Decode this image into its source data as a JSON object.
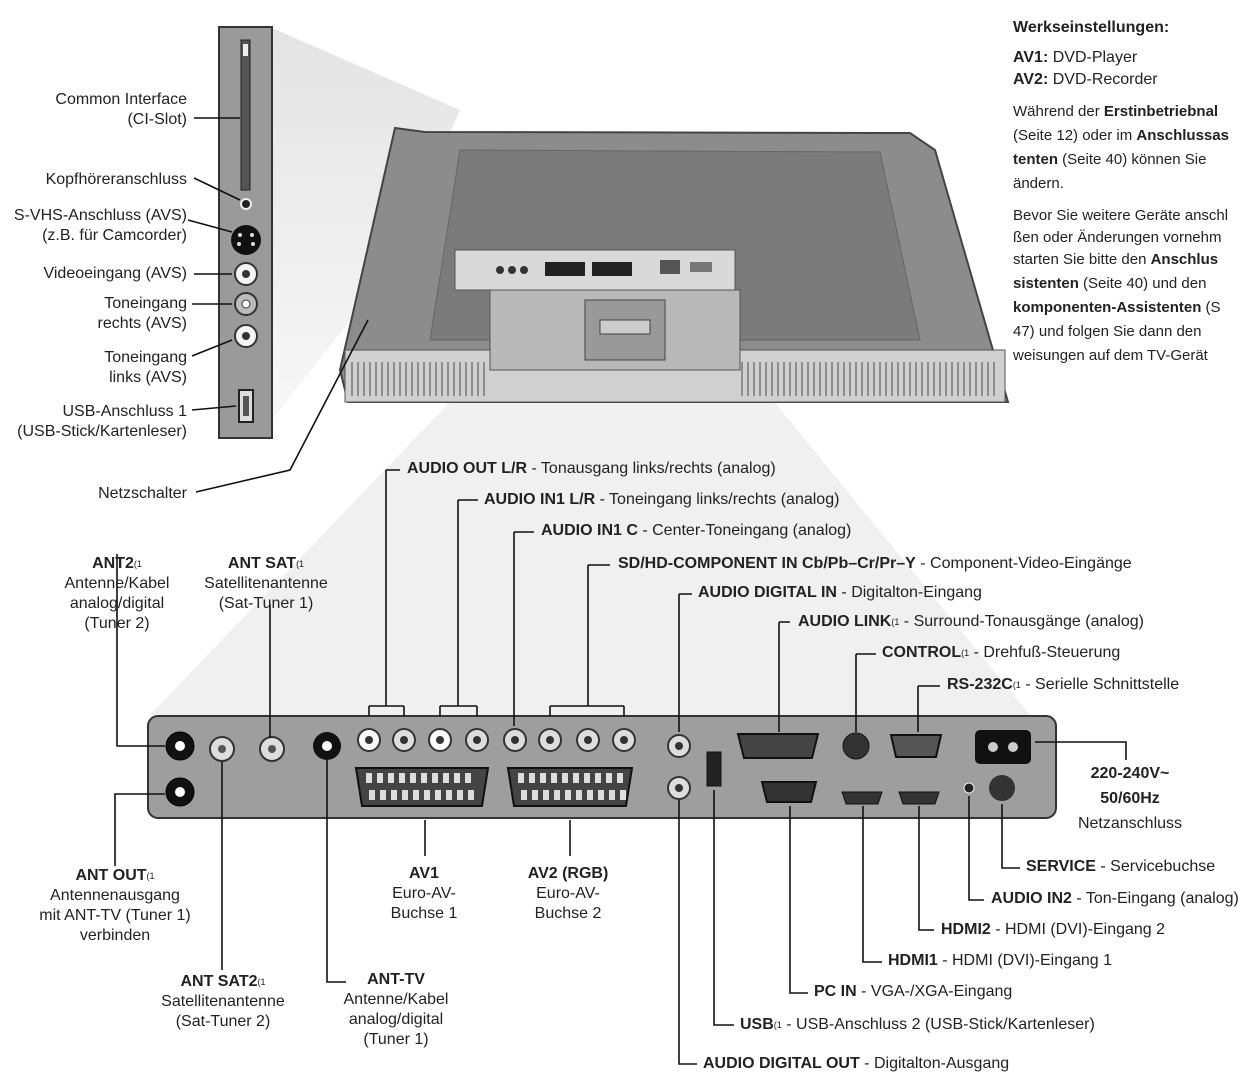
{
  "settings": {
    "title": "Werkseinstellungen:",
    "av1_key": "AV1:",
    "av1_val": "DVD-Player",
    "av2_key": "AV2:",
    "av2_val": "DVD-Recorder",
    "p1": [
      "Während der ",
      "Erstinbetriebnal",
      "(Seite 12) oder im ",
      "Anschlussas",
      "tenten",
      " (Seite 40) können Sie",
      "ändern."
    ],
    "p2": [
      "Bevor Sie weitere Geräte anschl",
      "ßen oder Änderungen vornehm",
      "starten Sie bitte den ",
      "Anschlus",
      "sistenten",
      " (Seite 40) und den",
      "komponenten-Assistenten",
      " (S",
      "47) und folgen Sie dann den",
      "weisungen auf dem TV-Gerät"
    ]
  },
  "side": {
    "ci": [
      "Common Interface",
      "(CI-Slot)"
    ],
    "kopf": "Kopfhöreranschluss",
    "svhs": [
      "S-VHS-Anschluss (AVS)",
      "(z.B. für Camcorder)"
    ],
    "video": "Videoeingang (AVS)",
    "tonr": [
      "Toneingang",
      "rechts (AVS)"
    ],
    "tonl": [
      "Toneingang",
      "links (AVS)"
    ],
    "usb1": [
      "USB-Anschluss 1",
      "(USB-Stick/Kartenleser)"
    ],
    "netz": "Netzschalter"
  },
  "top": [
    {
      "b": "AUDIO OUT L/R",
      "t": " - Tonausgang links/rechts (analog)",
      "sup": ""
    },
    {
      "b": "AUDIO IN1 L/R",
      "t": " - Toneingang links/rechts (analog)",
      "sup": ""
    },
    {
      "b": "AUDIO IN1 C",
      "t": " - Center-Toneingang (analog)",
      "sup": ""
    },
    {
      "b": "SD/HD-COMPONENT IN Cb/Pb–Cr/Pr–Y",
      "t": " - Component-Video-Eingänge",
      "sup": ""
    },
    {
      "b": "AUDIO DIGITAL IN",
      "t": " - Digitalton-Eingang",
      "sup": ""
    },
    {
      "b": "AUDIO LINK",
      "t": " - Surround-Tonausgänge (analog)",
      "sup": "(1"
    },
    {
      "b": "CONTROL",
      "t": " - Drehfuß-Steuerung",
      "sup": "(1"
    },
    {
      "b": "RS-232C",
      "t": " - Serielle Schnittstelle",
      "sup": "(1"
    }
  ],
  "ant2": {
    "b": "ANT2",
    "sup": "(1",
    "lines": [
      "Antenne/Kabel",
      "analog/digital",
      "(Tuner 2)"
    ]
  },
  "antsat": {
    "b": "ANT SAT",
    "sup": "(1",
    "lines": [
      "Satellitenantenne",
      "(Sat-Tuner 1)"
    ]
  },
  "power": {
    "b1": "220-240V~",
    "b2": "50/60Hz",
    "t": "Netzanschluss"
  },
  "antout": {
    "b": "ANT OUT",
    "sup": "(1",
    "lines": [
      "Antennenausgang",
      "mit ANT-TV (Tuner 1)",
      "verbinden"
    ]
  },
  "antsat2": {
    "b": "ANT SAT2",
    "sup": "(1",
    "lines": [
      "Satellitenantenne",
      "(Sat-Tuner 2)"
    ]
  },
  "anttv": {
    "b": "ANT-TV",
    "lines": [
      "Antenne/Kabel",
      "analog/digital",
      "(Tuner 1)"
    ]
  },
  "av1": {
    "b": "AV1",
    "lines": [
      "Euro-AV-",
      "Buchse 1"
    ]
  },
  "av2": {
    "b": "AV2 (RGB)",
    "lines": [
      "Euro-AV-",
      "Buchse 2"
    ]
  },
  "bottom": [
    {
      "b": "SERVICE",
      "t": " - Servicebuchse",
      "sup": ""
    },
    {
      "b": "AUDIO IN2",
      "t": " - Ton-Eingang (analog)",
      "sup": ""
    },
    {
      "b": "HDMI2",
      "t": " - HDMI (DVI)-Eingang 2",
      "sup": ""
    },
    {
      "b": "HDMI1",
      "t": " - HDMI (DVI)-Eingang 1",
      "sup": ""
    },
    {
      "b": "PC IN",
      "t": " - VGA-/XGA-Eingang",
      "sup": ""
    },
    {
      "b": "USB",
      "t": " - USB-Anschluss 2 (USB-Stick/Kartenleser)",
      "sup": "(1"
    },
    {
      "b": "AUDIO DIGITAL OUT",
      "t": " - Digitalton-Ausgang",
      "sup": ""
    }
  ]
}
